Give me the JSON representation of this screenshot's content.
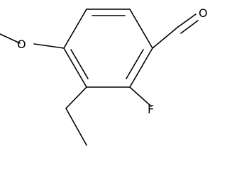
{
  "molecule": {
    "atoms": {
      "methoxy_oxygen": "O",
      "aldehyde_oxygen": "O",
      "fluorine": "F"
    }
  }
}
